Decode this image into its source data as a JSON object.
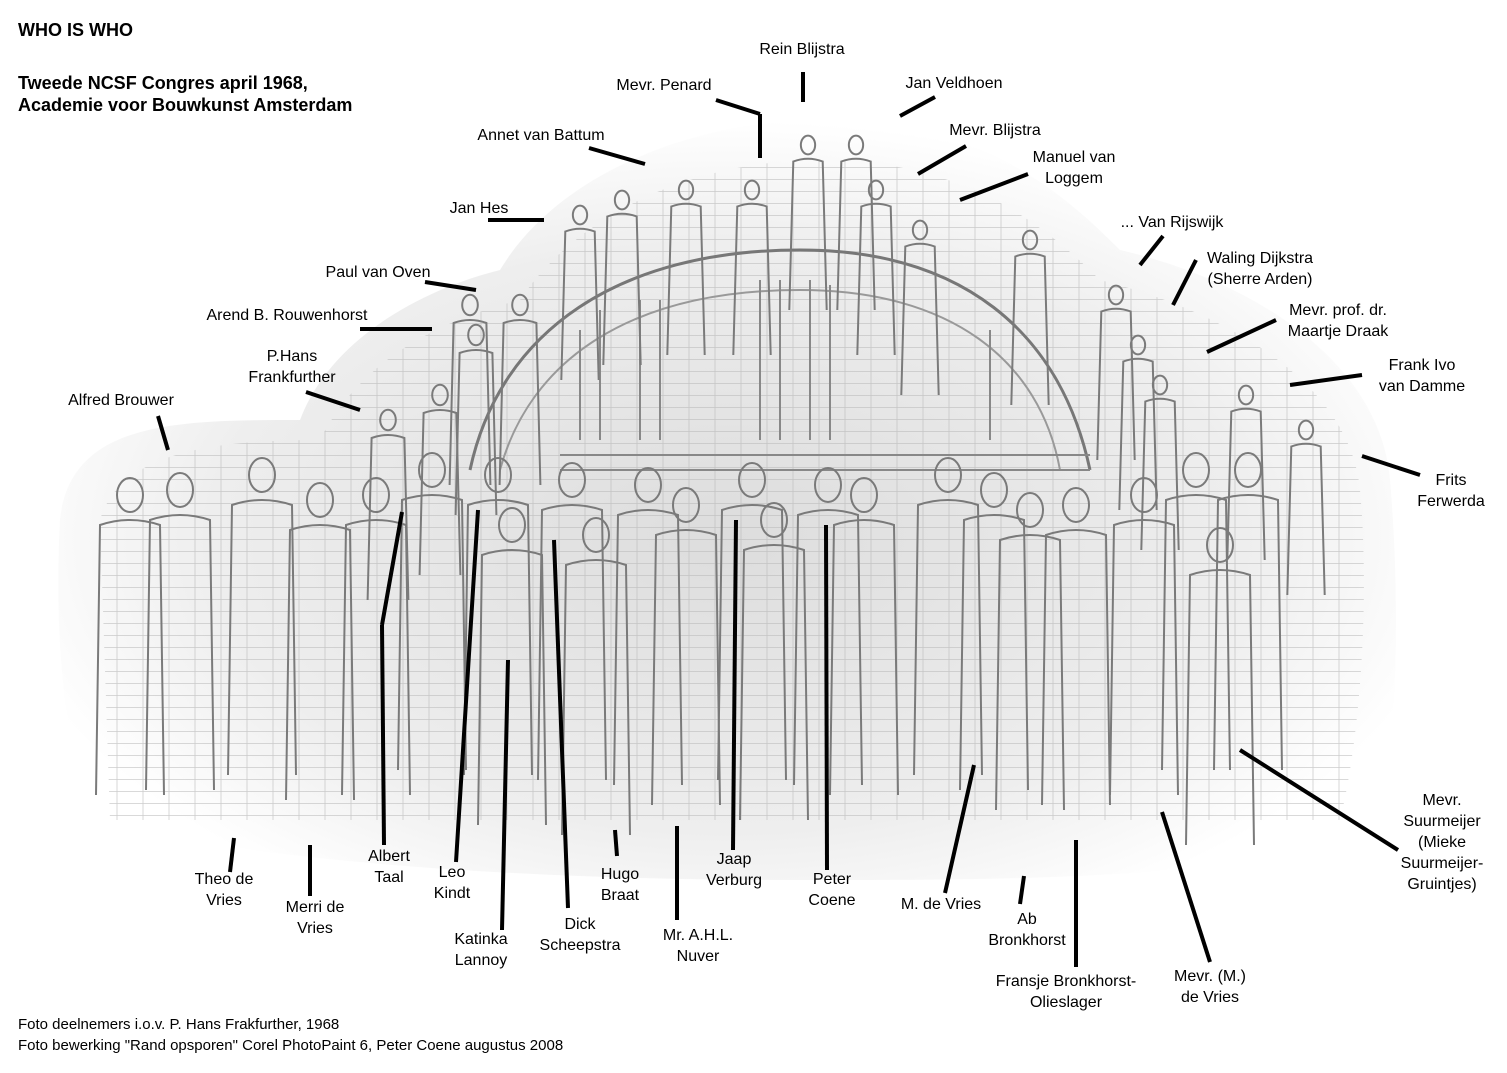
{
  "header": {
    "title": "WHO IS WHO",
    "subtitle_line1": "Tweede NCSF Congres april 1968,",
    "subtitle_line2": "Academie voor Bouwkunst Amsterdam"
  },
  "footer": {
    "credit_line1": "Foto deelnemers i.o.v. P. Hans Frakfurther, 1968",
    "credit_line2": "Foto bewerking \"Rand opsporen\" Corel PhotoPaint 6, Peter Coene augustus 2008"
  },
  "labels": {
    "rein_blijstra": [
      "Rein Blijstra"
    ],
    "mevr_penard": [
      "Mevr. Penard"
    ],
    "jan_veldhoen": [
      "Jan Veldhoen"
    ],
    "annet_van_battum": [
      "Annet van Battum"
    ],
    "mevr_blijstra": [
      "Mevr. Blijstra"
    ],
    "manuel_van_loggem": [
      "Manuel van",
      "Loggem"
    ],
    "jan_hes": [
      "Jan Hes"
    ],
    "van_rijswijk": [
      "... Van Rijswijk"
    ],
    "paul_van_oven": [
      "Paul van Oven"
    ],
    "waling_dijkstra": [
      "Waling Dijkstra",
      "(Sherre Arden)"
    ],
    "arend_rouwenhorst": [
      "Arend B. Rouwenhorst"
    ],
    "maartje_draak": [
      "Mevr. prof. dr.",
      "Maartje Draak"
    ],
    "hans_frankfurther": [
      "P.Hans",
      "Frankfurther"
    ],
    "frank_ivo_van_damme": [
      "Frank Ivo",
      "van Damme"
    ],
    "alfred_brouwer": [
      "Alfred Brouwer"
    ],
    "frits_ferwerda": [
      "Frits",
      "Ferwerda"
    ],
    "theo_de_vries": [
      "Theo de",
      "Vries"
    ],
    "merri_de_vries": [
      "Merri de",
      "Vries"
    ],
    "albert_taal": [
      "Albert",
      "Taal"
    ],
    "leo_kindt": [
      "Leo",
      "Kindt"
    ],
    "katinka_lannoy": [
      "Katinka",
      "Lannoy"
    ],
    "dick_scheepstra": [
      "Dick",
      "Scheepstra"
    ],
    "hugo_braat": [
      "Hugo",
      "Braat"
    ],
    "ahl_nuver": [
      "Mr. A.H.L.",
      "Nuver"
    ],
    "jaap_verburg": [
      "Jaap",
      "Verburg"
    ],
    "peter_coene": [
      "Peter",
      "Coene"
    ],
    "m_de_vries": [
      "M. de Vries"
    ],
    "ab_bronkhorst": [
      "Ab",
      "Bronkhorst"
    ],
    "fransje_bronkhorst": [
      "Fransje Bronkhorst-",
      "Olieslager"
    ],
    "mevr_m_de_vries": [
      "Mevr. (M.)",
      "de Vries"
    ],
    "mevr_suurmeijer": [
      "Mevr.",
      "Suurmeijer",
      "(Mieke",
      "Suurmeijer-",
      "Gruintjes)"
    ]
  },
  "colors": {
    "ink": "#000000",
    "sketch": "#8a8a8a",
    "paper": "#ffffff"
  }
}
